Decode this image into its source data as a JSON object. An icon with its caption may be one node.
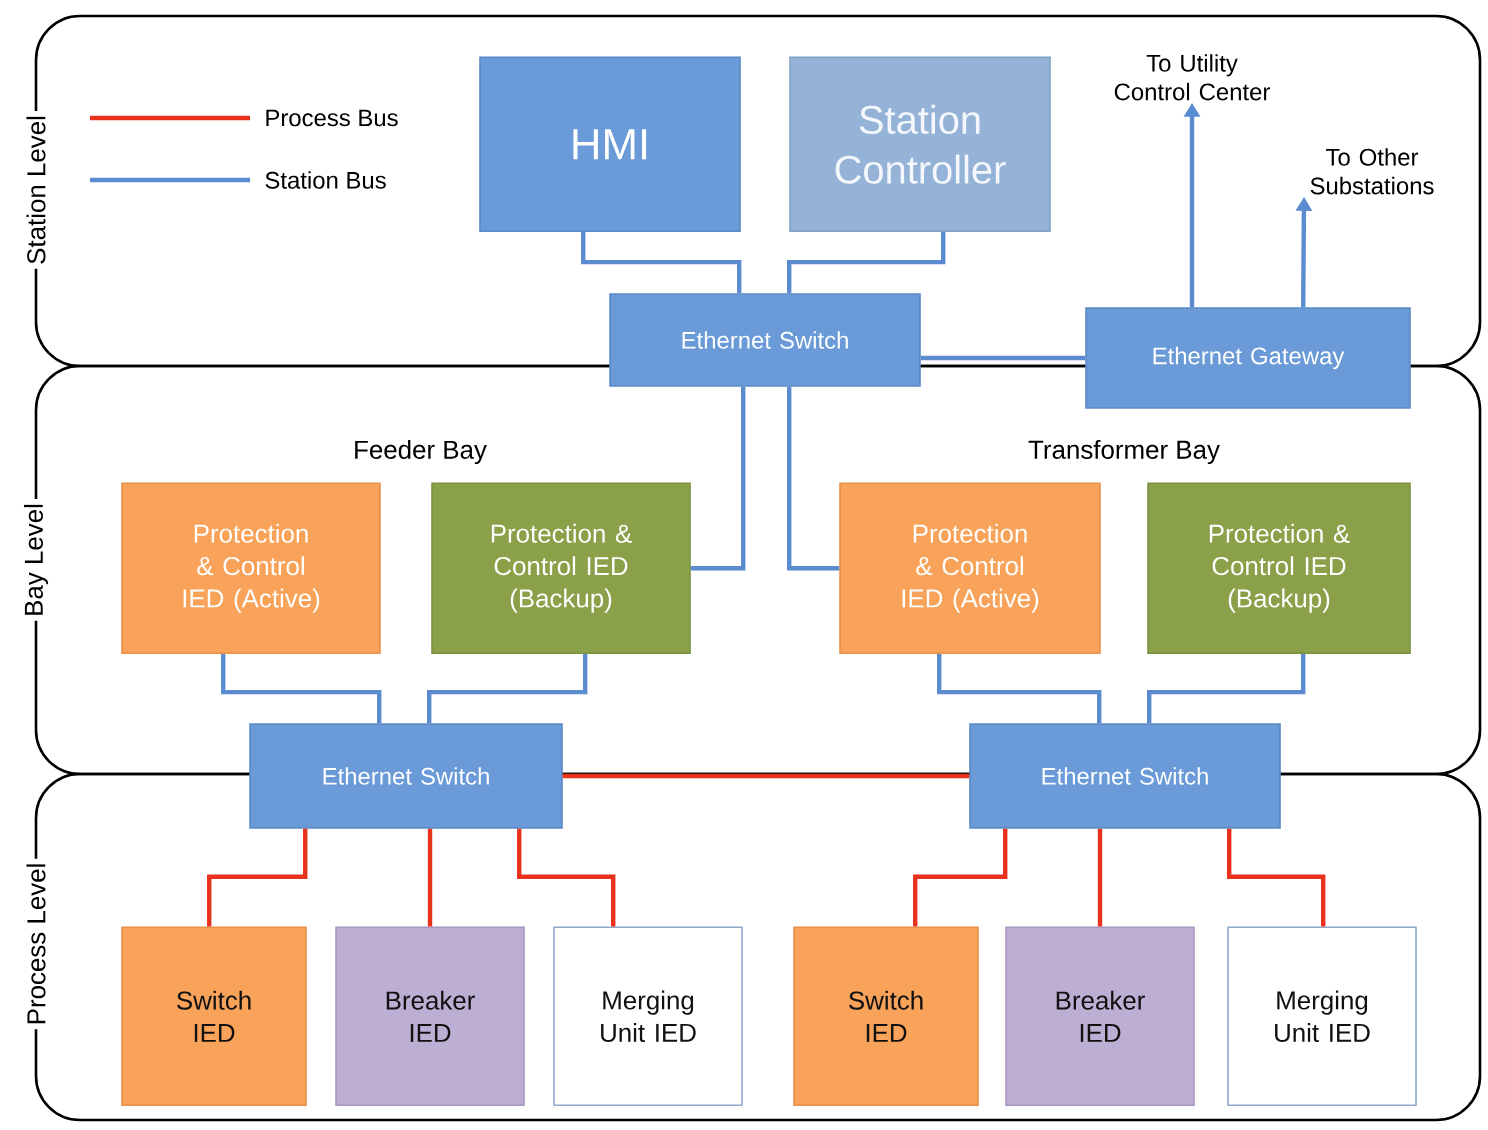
{
  "diagram": {
    "nodes": [
      {
        "text": [
          "Station Level"
        ]
      },
      {
        "text": [
          "HMI"
        ],
        "in": 0
      },
      {
        "text": [
          "Station Controller"
        ],
        "in": 0
      },
      {
        "text": [
          "Ethernet Switch"
        ]
      },
      {
        "text": [
          "Ethernet Gateway"
        ]
      },
      {
        "text": [
          "To Utility Control Center"
        ],
        "in": 0
      },
      {
        "text": [
          "To Other Substations"
        ],
        "in": 0
      },
      {
        "text": [
          "Bay Level"
        ]
      },
      {
        "text": [
          "Protection & Control IED (Active)"
        ],
        "in": 7
      },
      {
        "text": [
          "Protection & Control IED (Backup)"
        ],
        "in": 7
      },
      {
        "text": [
          "Protection & Control IED (Active)"
        ],
        "in": 7
      },
      {
        "text": [
          "Protection & Control IED (Backup)"
        ],
        "in": 7
      },
      {
        "text": [
          "Ethernet Switch"
        ]
      },
      {
        "text": [
          "Ethernet Switch"
        ]
      },
      {
        "text": [
          "Process  Level"
        ]
      },
      {
        "text": [
          "Switch IED"
        ],
        "in": 14
      },
      {
        "text": [
          "Breaker IED"
        ],
        "in": 14
      },
      {
        "text": [
          "Merging Unit IED"
        ],
        "in": 14
      },
      {
        "text": [
          "Switch IED"
        ],
        "in": 14
      },
      {
        "text": [
          "Breaker IED"
        ],
        "in": 14
      },
      {
        "text": [
          "Merging Unit IED"
        ],
        "in": 14
      }
    ],
    "edges": [
      {
        "from": 1,
        "to": 3,
        "arrow": "none"
      },
      {
        "from": 2,
        "to": 3,
        "arrow": "none"
      },
      {
        "from": 3,
        "to": 4,
        "arrow": "none"
      },
      {
        "from": 4,
        "to": 5,
        "arrow": "to"
      },
      {
        "from": 4,
        "to": 6,
        "arrow": "to"
      },
      {
        "from": 3,
        "to": 9,
        "arrow": "none"
      },
      {
        "from": 3,
        "to": 10,
        "arrow": "none"
      },
      {
        "from": 8,
        "to": 12,
        "arrow": "none"
      },
      {
        "from": 9,
        "to": 12,
        "arrow": "none"
      },
      {
        "from": 10,
        "to": 13,
        "arrow": "none"
      },
      {
        "from": 11,
        "to": 13,
        "arrow": "none"
      },
      {
        "from": 12,
        "to": 13,
        "arrow": "none",
        "color": "#e8321e"
      },
      {
        "from": 12,
        "to": 15,
        "arrow": "none",
        "color": "#e8321e"
      },
      {
        "from": 12,
        "to": 16,
        "arrow": "none",
        "color": "#e8321e"
      },
      {
        "from": 12,
        "to": 17,
        "arrow": "none",
        "color": "#e8321e"
      },
      {
        "from": 13,
        "to": 18,
        "arrow": "none",
        "color": "#e8321e"
      },
      {
        "from": 13,
        "to": 19,
        "arrow": "none",
        "color": "#e8321e"
      },
      {
        "from": 13,
        "to": 20,
        "arrow": "none",
        "color": "#e8321e"
      }
    ],
    "labels": [
      "Feeder Bay",
      "Transformer Bay"
    ],
    "legend": [
      {
        "text": "Process Bus"
      },
      {
        "text": "Station Bus"
      }
    ]
  }
}
